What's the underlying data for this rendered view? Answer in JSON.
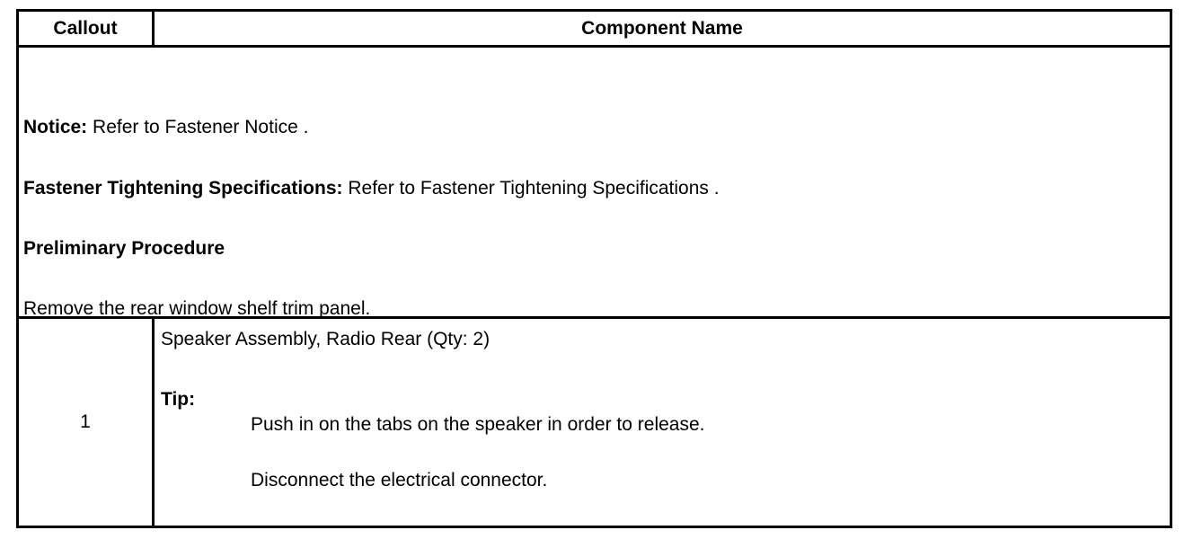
{
  "table": {
    "header": {
      "callout": "Callout",
      "component_name": "Component Name"
    },
    "intro": {
      "notice_label": "Notice:",
      "notice_text": " Refer to Fastener Notice .",
      "spec_label": "Fastener Tightening Specifications:",
      "spec_text": " Refer to Fastener Tightening Specifications .",
      "preliminary_heading": "Preliminary Procedure",
      "preliminary_text": "Remove the rear window shelf trim panel."
    },
    "rows": [
      {
        "callout": "1",
        "component": "Speaker Assembly, Radio Rear (Qty: 2)",
        "tip_label": "Tip:",
        "tips": [
          "Push in on the tabs on the speaker in order to release.",
          "Disconnect the electrical connector."
        ]
      }
    ]
  }
}
